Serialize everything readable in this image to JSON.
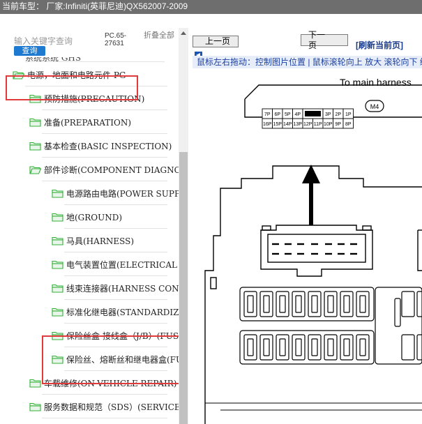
{
  "header": {
    "title": "当前车型： 厂家:Infiniti(英菲尼迪)QX562007-2009"
  },
  "search": {
    "placeholder": "输入关键字查询",
    "button_label": "查询",
    "code": "PC.65-27631",
    "collapse_label": "折叠全部"
  },
  "tree": {
    "partial_top": "系统系统 GHS",
    "items": [
      {
        "label": "电源，地面和电路元件 PG",
        "level": 0
      },
      {
        "label": "预防措施(PRECAUTION)",
        "level": 1
      },
      {
        "label": "准备(PREPARATION)",
        "level": 1
      },
      {
        "label": "基本检查(BASIC INSPECTION)",
        "level": 1
      },
      {
        "label": "部件诊断(COMPONENT DIAGNOSIS)",
        "level": 1
      },
      {
        "label": "电源路由电路(POWER SUPPLY ROUTING CIRCUIT)",
        "level": 2
      },
      {
        "label": "地(GROUND)",
        "level": 2
      },
      {
        "label": "马具(HARNESS)",
        "level": 2
      },
      {
        "label": "电气装置位置(ELECTRICAL UNITS LOCATION)",
        "level": 2
      },
      {
        "label": "线束连接器(HARNESS CONNECTOR)",
        "level": 2
      },
      {
        "label": "标准化继电器(STANDARDIZED RELAY)",
        "level": 2
      },
      {
        "label": "保险丝盒-接线盒（J/B）(FUSE BLOCK)",
        "level": 2
      },
      {
        "label": "保险丝、熔断丝和继电器盒(FUSE, FUSIBLE LINK AND RELAY BOX)",
        "level": 2
      },
      {
        "label": "车载维修(ON-VEHICLE REPAIR)",
        "level": 1
      },
      {
        "label": "服务数据和规范（SDS）(SERVICE DATA AND SPECIFICATIONS)",
        "level": 1
      }
    ]
  },
  "viewer": {
    "prev_label": "上一页",
    "next_label": "下一页",
    "refresh_label": "[刷新当前页]",
    "hint": "鼠标左右拖动：控制图片位置 | 鼠标滚轮向上 放大   滚轮向下 缩小",
    "diagram_title": "To main harness",
    "connector_top_pins": [
      "7P",
      "6P",
      "5P",
      "4P",
      "",
      "3P",
      "2P",
      "1P"
    ],
    "connector_bottom_pins": [
      "16P",
      "15P",
      "14P",
      "13P",
      "12P",
      "11P",
      "10P",
      "9P",
      "8P"
    ],
    "connector_id": "M4"
  },
  "colors": {
    "highlight": "#e03a3a",
    "folder": "#2fb135",
    "header_bg": "#6e6e6e",
    "accent_blue": "#1e7ad0"
  }
}
